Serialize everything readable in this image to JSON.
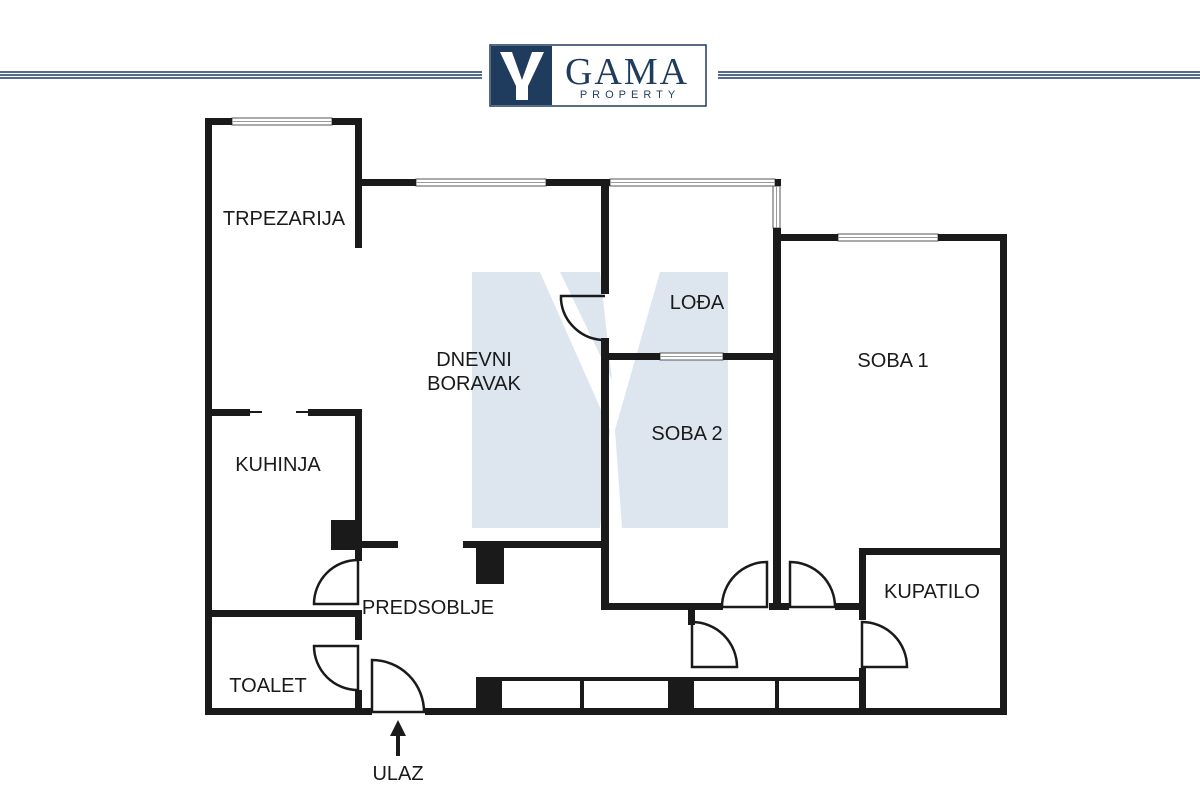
{
  "brand": {
    "name": "GAMA",
    "subtitle": "PROPERTY",
    "color": "#1f3c5f",
    "watermark_color": "#dde6ef",
    "icon": "y-logo-icon"
  },
  "rooms": {
    "trpezarija": "TRPEZARIJA",
    "dnevni_1": "DNEVNI",
    "dnevni_2": "BORAVAK",
    "loda": "LOĐA",
    "soba1": "SOBA 1",
    "soba2": "SOBA 2",
    "kuhinja": "KUHINJA",
    "predsoblje": "PREDSOBLJE",
    "toalet": "TOALET",
    "kupatilo": "KUPATILO"
  },
  "entrance": {
    "label": "ULAZ",
    "icon": "arrow-up-icon"
  },
  "colors": {
    "wall": "#1a1a1a",
    "window": "#9a9a9a"
  }
}
